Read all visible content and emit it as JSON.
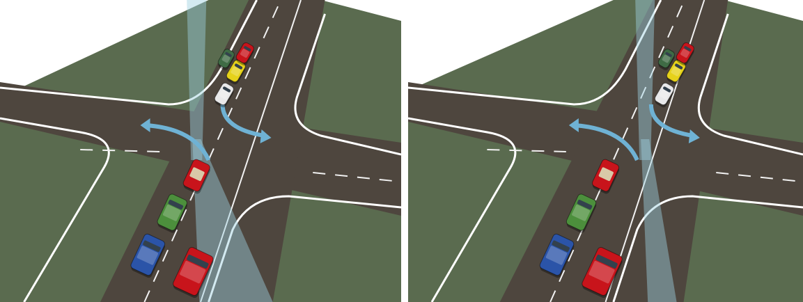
{
  "scene": {
    "panels": [
      {
        "variant": "normal-lane",
        "cars_front": [
          "white",
          "yellow",
          "red",
          "dark-green"
        ],
        "cars_back": [
          "red-convertible",
          "green",
          "blue",
          "red"
        ]
      },
      {
        "variant": "widened-lane",
        "cars_front": [
          "white",
          "yellow",
          "red",
          "dark-green"
        ],
        "cars_back": [
          "red-convertible",
          "green",
          "blue",
          "red"
        ]
      }
    ]
  },
  "colors": {
    "grass": "#5a6b4f",
    "road": "#4e463e",
    "curb": "#ffffff",
    "beam": "#9ed0e0",
    "arrow": "#6fb2d4",
    "car_white": "#e9e9ea",
    "car_yellow": "#e6d21a",
    "car_red": "#c8141b",
    "car_green": "#4c8f3c",
    "car_darkgreen": "#3f6b45",
    "car_blue": "#2b54a8"
  }
}
